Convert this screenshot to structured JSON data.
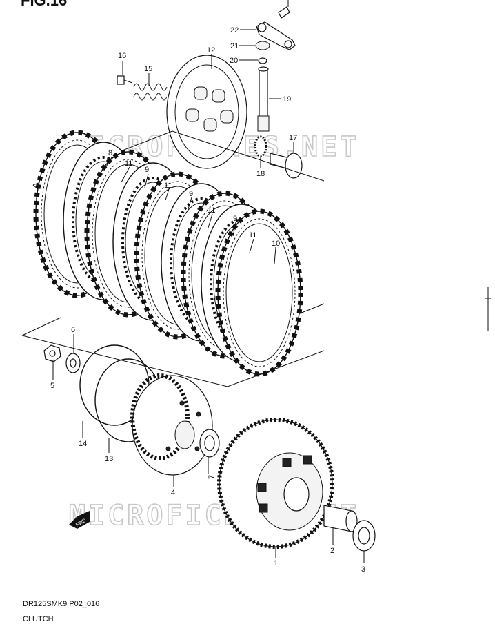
{
  "figure_label": "FIG.16",
  "watermark_text": "MICROFICHES.NET",
  "caption": {
    "code": "DR125SMK9 P02_016",
    "title": "CLUTCH"
  },
  "fwd_label": "FWD",
  "callouts": {
    "p1": "1",
    "p2": "2",
    "p3": "3",
    "p4": "4",
    "p5": "5",
    "p6": "6",
    "p7": "7",
    "p8": "8",
    "p9a": "9",
    "p9b": "9",
    "p9c": "9",
    "p10": "10",
    "p11a": "11",
    "p11b": "11",
    "p11c": "11",
    "p11d": "11",
    "p12": "12",
    "p13": "13",
    "p14": "14",
    "p15": "15",
    "p16": "16",
    "p17": "17",
    "p18": "18",
    "p19": "19",
    "p20": "20",
    "p21": "21",
    "p22": "22"
  },
  "colors": {
    "ink": "#111111",
    "watermark": "#c8c8c8"
  }
}
